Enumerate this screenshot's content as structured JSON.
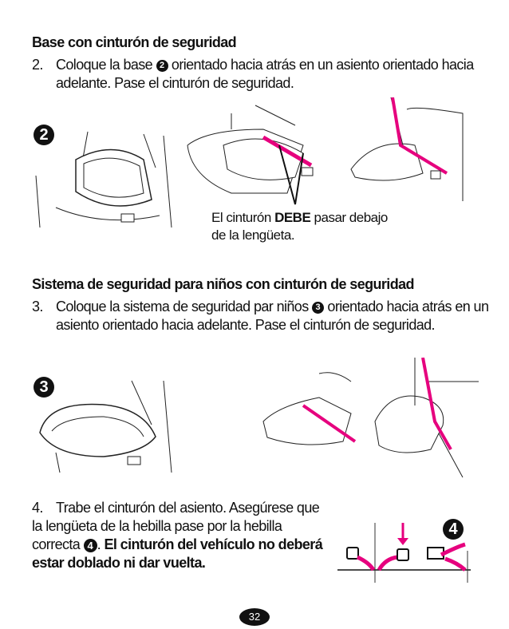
{
  "section1": {
    "heading": "Base con cinturón de seguridad",
    "step_number": "2.",
    "step_text_before": "Coloque la base",
    "step_badge": "2",
    "step_text_after": "orientado hacia atrás en un asiento orientado hacia adelante. Pase el cinturón de seguridad.",
    "figure_label": "2",
    "caption_before": "El cinturón",
    "caption_bold": "DEBE",
    "caption_after": "pasar debajo de la lengüeta."
  },
  "section2": {
    "heading": "Sistema de seguridad para niños con cinturón de seguridad",
    "step_number": "3.",
    "step_text_before": "Coloque la sistema de seguridad par niños",
    "step_badge": "3",
    "step_text_after": "orientado hacia atrás en un asiento orientado hacia adelante. Pase el cinturón de seguridad.",
    "figure_label": "3"
  },
  "section3": {
    "step_number": "4.",
    "step_text": "Trabe el cinturón del asiento. Asegúrese que la lengüeta de la hebilla pase por la hebilla correcta",
    "step_badge": "4",
    "bold_text": "El cinturón del vehículo no deberá estar doblado ni dar vuelta.",
    "figure_label": "4"
  },
  "page_number": "32",
  "colors": {
    "accent": "#e6007e",
    "text": "#111111"
  }
}
